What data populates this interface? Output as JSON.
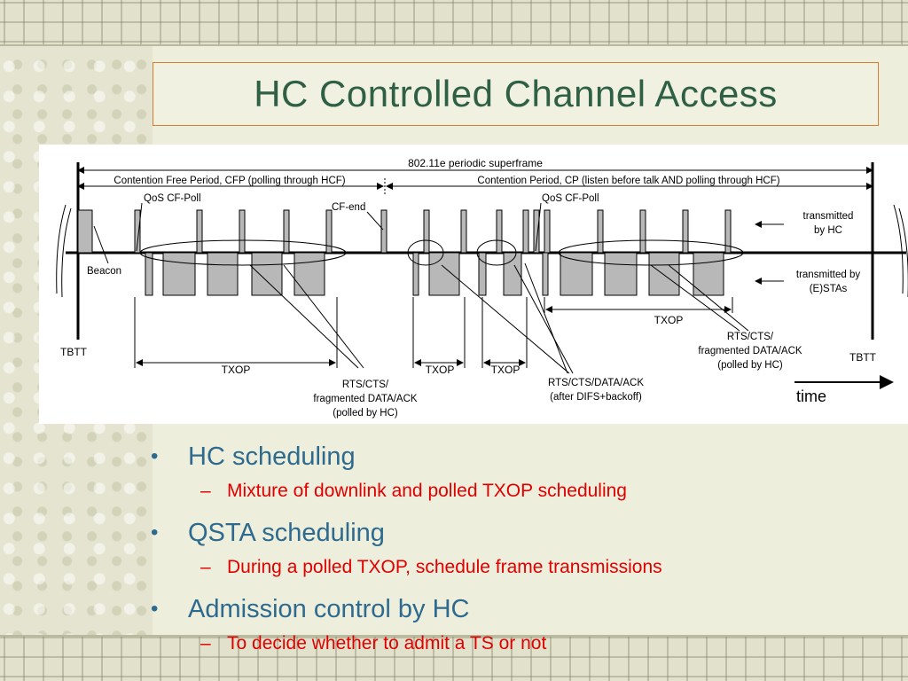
{
  "slide": {
    "title": "HC Controlled Channel Access"
  },
  "diagram": {
    "superframe_label": "802.11e periodic superframe",
    "cfp_label": "Contention Free Period, CFP (polling through HCF)",
    "cp_label": "Contention Period, CP (listen before talk AND polling through HCF)",
    "qos_cf_poll_1": "QoS CF-Poll",
    "qos_cf_poll_2": "QoS CF-Poll",
    "cf_end": "CF-end",
    "beacon": "Beacon",
    "transmitted_by_hc_1": "transmitted",
    "transmitted_by_hc_2": "by HC",
    "transmitted_by_esta_1": "transmitted by",
    "transmitted_by_esta_2": "(E)STAs",
    "tbtt_left": "TBTT",
    "tbtt_right": "TBTT",
    "txop_1": "TXOP",
    "txop_2": "TXOP",
    "txop_3": "TXOP",
    "txop_4": "TXOP",
    "rts_polled_1": "RTS/CTS/",
    "rts_polled_2": "fragmented DATA/ACK",
    "rts_polled_3": "(polled by HC)",
    "rts_difs_1": "RTS/CTS/DATA/ACK",
    "rts_difs_2": "(after DIFS+backoff)",
    "rts_cp_1": "RTS/CTS/",
    "rts_cp_2": "fragmented DATA/ACK",
    "rts_cp_3": "(polled by HC)",
    "time": "time"
  },
  "bullets": [
    {
      "text": "HC scheduling",
      "sub": [
        "Mixture of downlink and polled TXOP scheduling"
      ]
    },
    {
      "text": "QSTA scheduling",
      "sub": [
        "During a polled TXOP, schedule frame transmissions"
      ]
    },
    {
      "text": "Admission control by HC",
      "sub": [
        "To decide whether to admit a TS or not"
      ]
    }
  ],
  "colors": {
    "title": "#2f5f44",
    "bullet": "#2d6a8e",
    "sub_bullet": "#e00000",
    "title_border": "#e07a2c",
    "frame_fill": "#b8b8b8"
  }
}
